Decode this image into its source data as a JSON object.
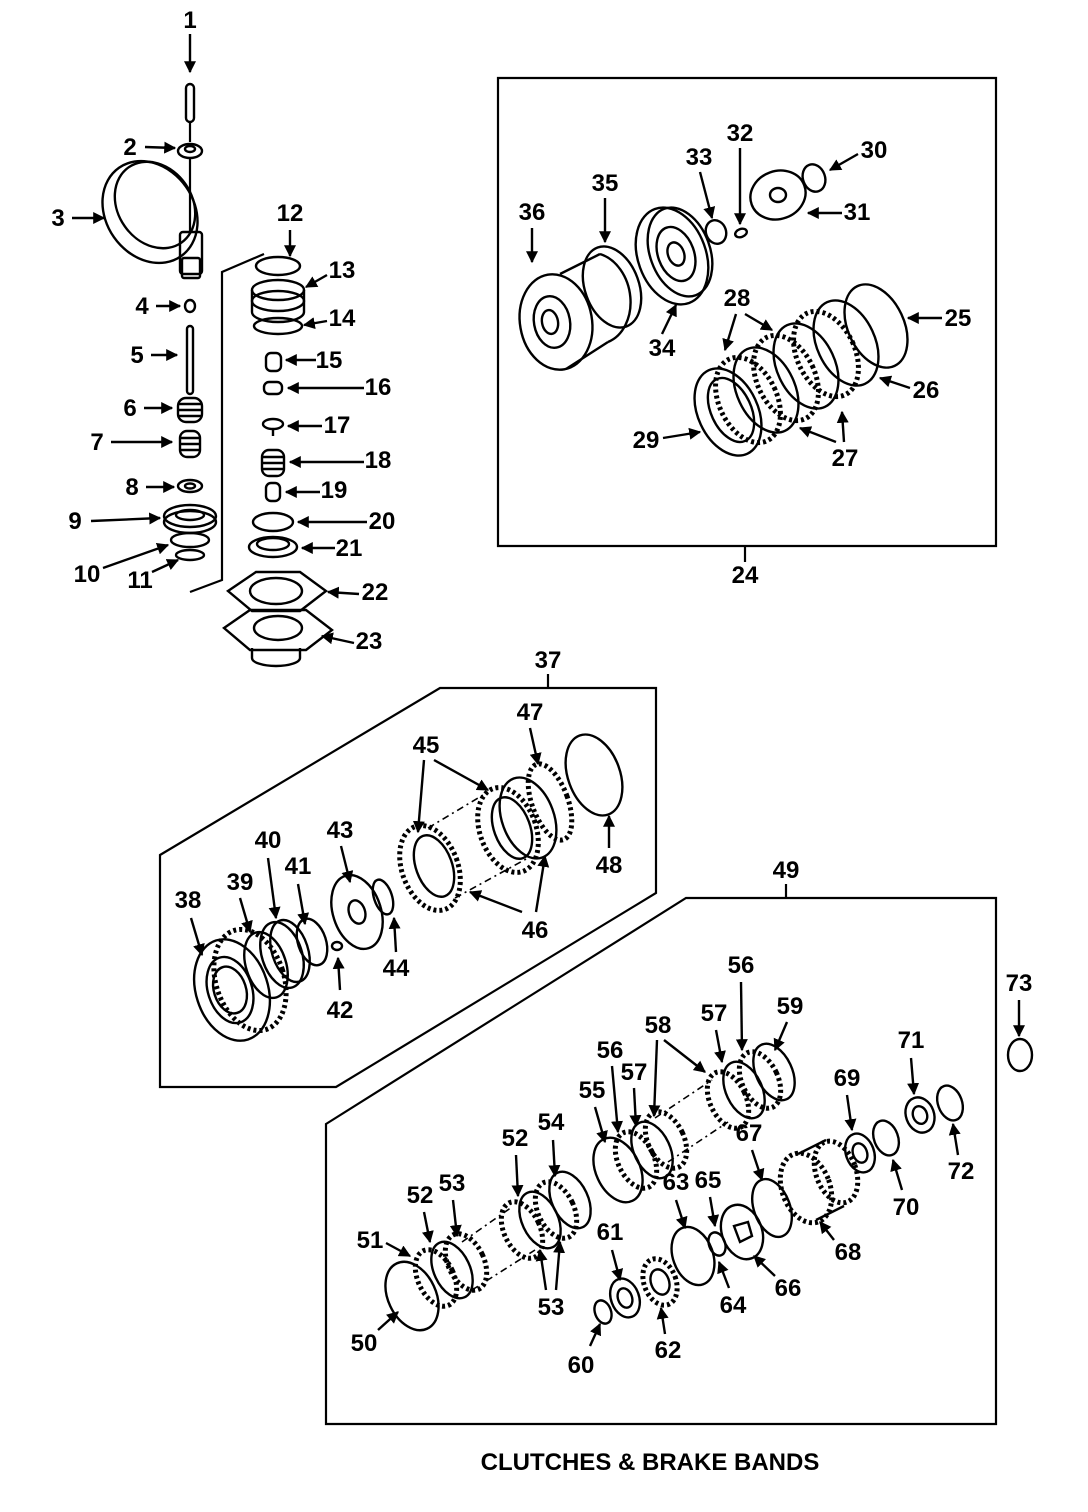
{
  "title": "CLUTCHES & BRAKE BANDS",
  "callouts": [
    "1",
    "2",
    "3",
    "4",
    "5",
    "6",
    "7",
    "8",
    "9",
    "10",
    "11",
    "12",
    "13",
    "14",
    "15",
    "16",
    "17",
    "18",
    "19",
    "20",
    "21",
    "22",
    "23",
    "24",
    "25",
    "26",
    "27",
    "28",
    "29",
    "30",
    "31",
    "32",
    "33",
    "34",
    "35",
    "36",
    "37",
    "38",
    "39",
    "40",
    "41",
    "42",
    "43",
    "44",
    "45",
    "46",
    "47",
    "48",
    "49",
    "50",
    "51",
    "52",
    "53",
    "52",
    "54",
    "53",
    "55",
    "56",
    "57",
    "58",
    "57",
    "56",
    "59",
    "60",
    "61",
    "62",
    "63",
    "64",
    "65",
    "66",
    "67",
    "68",
    "69",
    "70",
    "71",
    "72",
    "73"
  ]
}
